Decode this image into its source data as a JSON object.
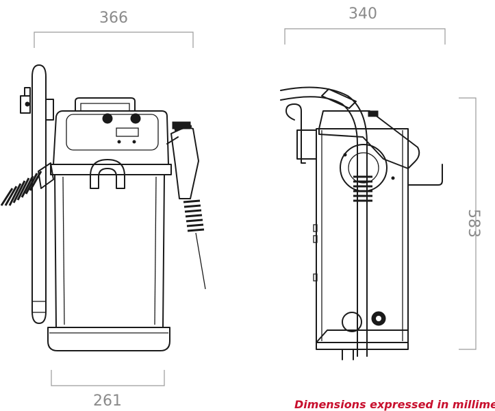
{
  "dimensions": {
    "front_width_top": "366",
    "front_width_bottom": "261",
    "side_depth": "340",
    "height": "583"
  },
  "note": "Dimensions expressed in millime"
}
